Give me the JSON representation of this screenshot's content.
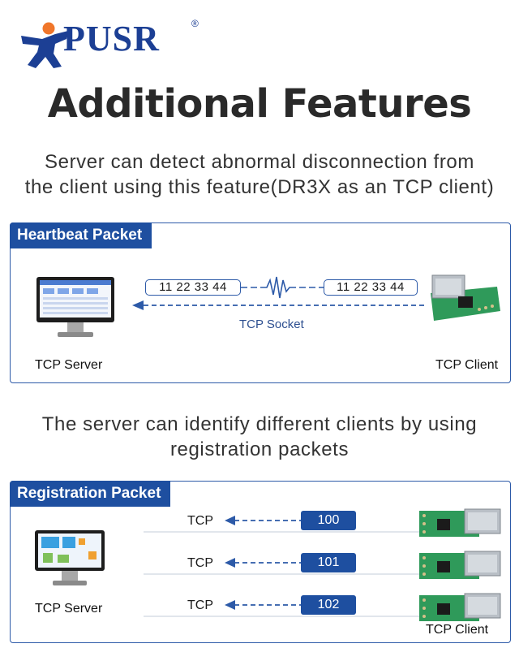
{
  "brand": {
    "name": "PUSR",
    "registered": "®"
  },
  "title": "Additional Features",
  "heartbeat_description": {
    "line1": "Server can detect abnormal disconnection from",
    "line2": "the client using this feature(DR3X as an TCP client)"
  },
  "heartbeat_panel": {
    "tab": "Heartbeat Packet",
    "server_label": "TCP Server",
    "client_label": "TCP Client",
    "socket_label": "TCP Socket",
    "packet_left": "11  22  33  44",
    "packet_right": "11  22  33  44"
  },
  "registration_description": {
    "line1": "The server can identify different clients by using",
    "line2": "registration packets"
  },
  "registration_panel": {
    "tab": "Registration Packet",
    "server_label": "TCP Server",
    "client_label": "TCP Client",
    "rows": [
      {
        "protocol": "TCP",
        "id": "100"
      },
      {
        "protocol": "TCP",
        "id": "101"
      },
      {
        "protocol": "TCP",
        "id": "102"
      }
    ]
  },
  "colors": {
    "brand_blue": "#1c3f94",
    "panel_blue": "#1e4fa0",
    "logo_orange": "#f0762a",
    "board_green": "#2f9a5a"
  }
}
